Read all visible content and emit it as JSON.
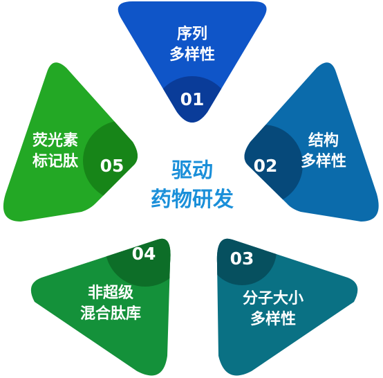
{
  "center": {
    "line1": "驱动",
    "line2": "药物研发",
    "color": "#1a8fd9"
  },
  "segments": [
    {
      "id": "seg-01",
      "number": "01",
      "label_lines": [
        "序列",
        "多样性"
      ],
      "color": "#0f55c8",
      "circle_color": "#0a3c99"
    },
    {
      "id": "seg-02",
      "number": "02",
      "label_lines": [
        "结构",
        "多样性"
      ],
      "color": "#0b6bab",
      "circle_color": "#06497a"
    },
    {
      "id": "seg-03",
      "number": "03",
      "label_lines": [
        "分子大小",
        "多样性"
      ],
      "color": "#0a7184",
      "circle_color": "#06505f"
    },
    {
      "id": "seg-04",
      "number": "04",
      "label_lines": [
        "非超级",
        "混合肽库"
      ],
      "color": "#14913a",
      "circle_color": "#0d6e28"
    },
    {
      "id": "seg-05",
      "number": "05",
      "label_lines": [
        "荧光素",
        "标记肽"
      ],
      "color": "#23a825",
      "circle_color": "#178518"
    }
  ]
}
